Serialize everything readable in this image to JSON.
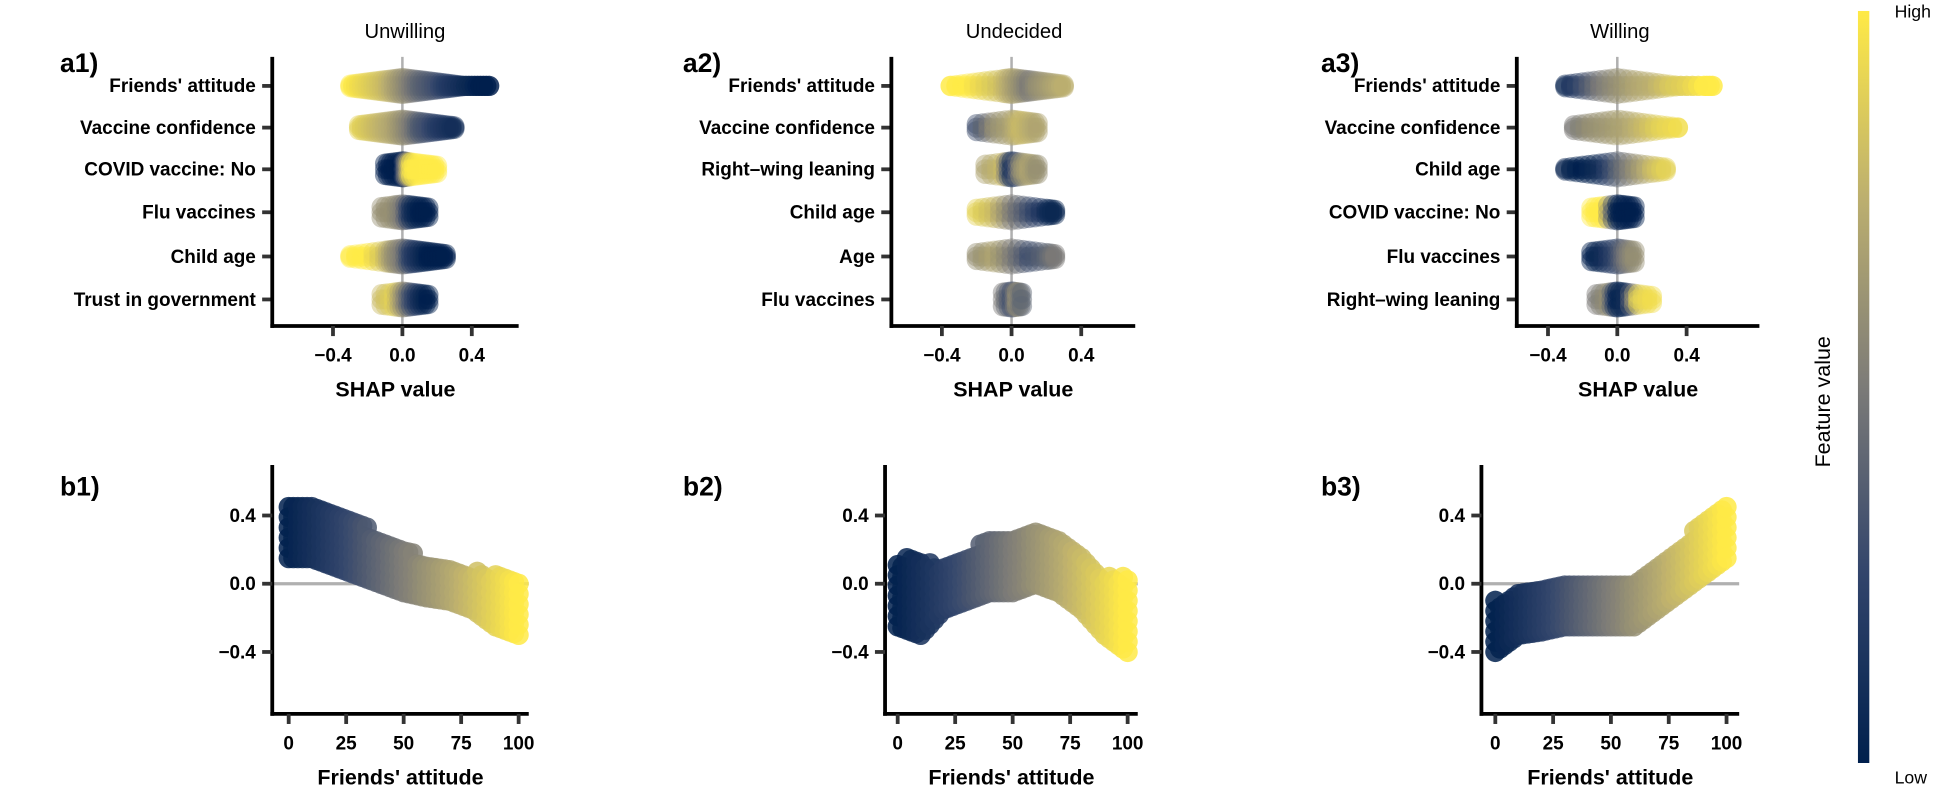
{
  "chart_data": [
    {
      "type": "scatter",
      "subtype": "shap-beeswarm",
      "panel_label": "a1)",
      "title": "Unwilling",
      "xlabel": "SHAP value",
      "xticks": [
        -0.4,
        0.0,
        0.4
      ],
      "xtick_labels": [
        "−0.4",
        "0.0",
        "0.4"
      ],
      "xlim": [
        -0.75,
        0.67
      ],
      "features": [
        {
          "name": "Friends' attitude",
          "points": [
            [
              -0.3,
              1
            ],
            [
              -0.25,
              0.95
            ],
            [
              -0.2,
              0.9
            ],
            [
              -0.15,
              0.85
            ],
            [
              -0.1,
              0.8
            ],
            [
              -0.05,
              0.7
            ],
            [
              0,
              0.6
            ],
            [
              0.05,
              0.5
            ],
            [
              0.1,
              0.4
            ],
            [
              0.15,
              0.35
            ],
            [
              0.2,
              0.3
            ],
            [
              0.25,
              0.2
            ],
            [
              0.3,
              0.15
            ],
            [
              0.35,
              0.1
            ],
            [
              0.4,
              0.05
            ],
            [
              0.45,
              0
            ],
            [
              0.5,
              0
            ]
          ]
        },
        {
          "name": "Vaccine confidence",
          "points": [
            [
              -0.25,
              0.9
            ],
            [
              -0.2,
              0.85
            ],
            [
              -0.15,
              0.8
            ],
            [
              -0.1,
              0.75
            ],
            [
              -0.05,
              0.7
            ],
            [
              0,
              0.6
            ],
            [
              0.05,
              0.5
            ],
            [
              0.1,
              0.35
            ],
            [
              0.15,
              0.3
            ],
            [
              0.2,
              0.2
            ],
            [
              0.25,
              0.15
            ],
            [
              0.3,
              0.1
            ]
          ]
        },
        {
          "name": "COVID vaccine: No",
          "points": [
            [
              -0.1,
              0
            ],
            [
              -0.05,
              0
            ],
            [
              0,
              0
            ],
            [
              0.02,
              0.5
            ],
            [
              0.05,
              1
            ],
            [
              0.1,
              1
            ],
            [
              0.15,
              1
            ],
            [
              0.2,
              1
            ]
          ]
        },
        {
          "name": "Flu vaccines",
          "points": [
            [
              -0.12,
              0.6
            ],
            [
              -0.05,
              0.6
            ],
            [
              0,
              0.5
            ],
            [
              0.05,
              0.1
            ],
            [
              0.1,
              0
            ],
            [
              0.15,
              0
            ]
          ]
        },
        {
          "name": "Child age",
          "points": [
            [
              -0.3,
              1
            ],
            [
              -0.2,
              1
            ],
            [
              -0.1,
              0.8
            ],
            [
              -0.05,
              0.6
            ],
            [
              0,
              0.5
            ],
            [
              0.05,
              0.2
            ],
            [
              0.1,
              0.1
            ],
            [
              0.15,
              0
            ],
            [
              0.2,
              0
            ],
            [
              0.25,
              0
            ]
          ]
        },
        {
          "name": "Trust in government",
          "points": [
            [
              -0.12,
              0.8
            ],
            [
              -0.05,
              0.9
            ],
            [
              0,
              0.6
            ],
            [
              0.05,
              0.3
            ],
            [
              0.1,
              0.1
            ],
            [
              0.15,
              0
            ]
          ]
        }
      ]
    },
    {
      "type": "scatter",
      "subtype": "shap-beeswarm",
      "panel_label": "a2)",
      "title": "Undecided",
      "xlabel": "SHAP value",
      "xticks": [
        -0.4,
        0.0,
        0.4
      ],
      "xtick_labels": [
        "−0.4",
        "0.0",
        "0.4"
      ],
      "xlim": [
        -0.69,
        0.71
      ],
      "features": [
        {
          "name": "Friends' attitude",
          "points": [
            [
              -0.35,
              1
            ],
            [
              -0.25,
              1
            ],
            [
              -0.15,
              0.9
            ],
            [
              -0.05,
              0.8
            ],
            [
              0,
              0.7
            ],
            [
              0.05,
              0.6
            ],
            [
              0.1,
              0.5
            ],
            [
              0.15,
              0.6
            ],
            [
              0.2,
              0.65
            ],
            [
              0.25,
              0.7
            ],
            [
              0.3,
              0.75
            ]
          ]
        },
        {
          "name": "Vaccine confidence",
          "points": [
            [
              -0.2,
              0.3
            ],
            [
              -0.1,
              0.6
            ],
            [
              0,
              0.7
            ],
            [
              0.05,
              0.8
            ],
            [
              0.1,
              0.75
            ],
            [
              0.15,
              0.7
            ]
          ]
        },
        {
          "name": "Right–wing leaning",
          "points": [
            [
              -0.15,
              0.7
            ],
            [
              -0.05,
              0.8
            ],
            [
              0,
              0.1
            ],
            [
              0.05,
              0.6
            ],
            [
              0.1,
              0.7
            ],
            [
              0.15,
              0.6
            ]
          ]
        },
        {
          "name": "Child age",
          "points": [
            [
              -0.2,
              0.9
            ],
            [
              -0.1,
              0.8
            ],
            [
              0,
              0.5
            ],
            [
              0.1,
              0.3
            ],
            [
              0.2,
              0.1
            ],
            [
              0.25,
              0.05
            ]
          ]
        },
        {
          "name": "Age",
          "points": [
            [
              -0.2,
              0.6
            ],
            [
              -0.1,
              0.7
            ],
            [
              0,
              0.5
            ],
            [
              0.1,
              0.3
            ],
            [
              0.2,
              0.4
            ],
            [
              0.25,
              0.5
            ]
          ]
        },
        {
          "name": "Flu vaccines",
          "points": [
            [
              -0.05,
              0.5
            ],
            [
              0,
              0.3
            ],
            [
              0.03,
              0.6
            ],
            [
              0.06,
              0.4
            ]
          ]
        }
      ]
    },
    {
      "type": "scatter",
      "subtype": "shap-beeswarm",
      "panel_label": "a3)",
      "title": "Willing",
      "xlabel": "SHAP value",
      "xticks": [
        -0.4,
        0.0,
        0.4
      ],
      "xtick_labels": [
        "−0.4",
        "0.0",
        "0.4"
      ],
      "xlim": [
        -0.58,
        0.82
      ],
      "features": [
        {
          "name": "Friends' attitude",
          "points": [
            [
              -0.3,
              0.1
            ],
            [
              -0.2,
              0.3
            ],
            [
              -0.1,
              0.5
            ],
            [
              0,
              0.6
            ],
            [
              0.1,
              0.7
            ],
            [
              0.2,
              0.75
            ],
            [
              0.3,
              0.85
            ],
            [
              0.4,
              0.9
            ],
            [
              0.5,
              1
            ],
            [
              0.55,
              1
            ]
          ]
        },
        {
          "name": "Vaccine confidence",
          "points": [
            [
              -0.25,
              0.5
            ],
            [
              -0.15,
              0.6
            ],
            [
              -0.05,
              0.65
            ],
            [
              0.05,
              0.7
            ],
            [
              0.15,
              0.8
            ],
            [
              0.25,
              0.9
            ],
            [
              0.35,
              0.95
            ]
          ]
        },
        {
          "name": "Child age",
          "points": [
            [
              -0.3,
              0.1
            ],
            [
              -0.2,
              0
            ],
            [
              -0.1,
              0.1
            ],
            [
              0,
              0.4
            ],
            [
              0.1,
              0.6
            ],
            [
              0.2,
              0.8
            ],
            [
              0.28,
              0.9
            ]
          ]
        },
        {
          "name": "COVID vaccine: No",
          "points": [
            [
              -0.15,
              1
            ],
            [
              -0.08,
              1
            ],
            [
              0,
              0
            ],
            [
              0.05,
              0
            ],
            [
              0.1,
              0
            ]
          ]
        },
        {
          "name": "Flu vaccines",
          "points": [
            [
              -0.15,
              0
            ],
            [
              -0.08,
              0.1
            ],
            [
              0,
              0.3
            ],
            [
              0.05,
              0.5
            ],
            [
              0.1,
              0.6
            ]
          ]
        },
        {
          "name": "Right–wing leaning",
          "points": [
            [
              -0.12,
              0.5
            ],
            [
              -0.05,
              0.6
            ],
            [
              0,
              0
            ],
            [
              0.05,
              0.1
            ],
            [
              0.12,
              0.9
            ],
            [
              0.2,
              0.95
            ]
          ]
        }
      ]
    },
    {
      "type": "scatter",
      "subtype": "shap-dependence",
      "panel_label": "b1)",
      "xlabel": "Friends' attitude",
      "xticks": [
        0,
        25,
        50,
        75,
        100
      ],
      "xtick_labels": [
        "0",
        "25",
        "50",
        "75",
        "100"
      ],
      "yticks": [
        0.4,
        0.0,
        -0.4
      ],
      "ytick_labels": [
        "0.4",
        "0.0",
        "−0.4"
      ],
      "ylim": [
        -0.76,
        0.7
      ],
      "bands_x_ymin_ymax": [
        [
          0,
          0.15,
          0.45
        ],
        [
          10,
          0.15,
          0.45
        ],
        [
          20,
          0.1,
          0.42
        ],
        [
          30,
          0.05,
          0.4
        ],
        [
          40,
          0.0,
          0.25
        ],
        [
          50,
          -0.05,
          0.2
        ],
        [
          60,
          -0.08,
          0.15
        ],
        [
          70,
          -0.1,
          0.1
        ],
        [
          80,
          -0.15,
          0.08
        ],
        [
          90,
          -0.25,
          0.05
        ],
        [
          100,
          -0.3,
          0.02
        ]
      ]
    },
    {
      "type": "scatter",
      "subtype": "shap-dependence",
      "panel_label": "b2)",
      "xlabel": "Friends' attitude",
      "xticks": [
        0,
        25,
        50,
        75,
        100
      ],
      "xtick_labels": [
        "0",
        "25",
        "50",
        "75",
        "100"
      ],
      "yticks": [
        0.4,
        0.0,
        -0.4
      ],
      "ytick_labels": [
        "0.4",
        "0.0",
        "−0.4"
      ],
      "ylim": [
        -0.76,
        0.7
      ],
      "bands_x_ymin_ymax": [
        [
          0,
          -0.25,
          0.15
        ],
        [
          10,
          -0.3,
          0.15
        ],
        [
          20,
          -0.15,
          0.1
        ],
        [
          30,
          -0.1,
          0.15
        ],
        [
          40,
          -0.05,
          0.3
        ],
        [
          50,
          -0.05,
          0.3
        ],
        [
          60,
          0.0,
          0.3
        ],
        [
          70,
          -0.05,
          0.3
        ],
        [
          80,
          -0.15,
          0.2
        ],
        [
          90,
          -0.3,
          0.05
        ],
        [
          100,
          -0.4,
          0.05
        ]
      ]
    },
    {
      "type": "scatter",
      "subtype": "shap-dependence",
      "panel_label": "b3)",
      "xlabel": "Friends' attitude",
      "xticks": [
        0,
        25,
        50,
        75,
        100
      ],
      "xtick_labels": [
        "0",
        "25",
        "50",
        "75",
        "100"
      ],
      "yticks": [
        0.4,
        0.0,
        -0.4
      ],
      "ytick_labels": [
        "0.4",
        "0.0",
        "−0.4"
      ],
      "ylim": [
        -0.76,
        0.7
      ],
      "bands_x_ymin_ymax": [
        [
          0,
          -0.4,
          -0.1
        ],
        [
          10,
          -0.3,
          -0.05
        ],
        [
          20,
          -0.28,
          0.0
        ],
        [
          30,
          -0.25,
          0.0
        ],
        [
          40,
          -0.25,
          0.0
        ],
        [
          50,
          -0.25,
          0.0
        ],
        [
          60,
          -0.25,
          0.02
        ],
        [
          70,
          -0.15,
          0.1
        ],
        [
          80,
          -0.05,
          0.2
        ],
        [
          90,
          0.05,
          0.4
        ],
        [
          100,
          0.15,
          0.5
        ]
      ]
    }
  ],
  "colorbar": {
    "title": "Feature value",
    "high_label": "High",
    "low_label": "Low",
    "colors": [
      "#00204d",
      "#31446b",
      "#7c7b78",
      "#bcaf6f",
      "#ffea46"
    ]
  }
}
